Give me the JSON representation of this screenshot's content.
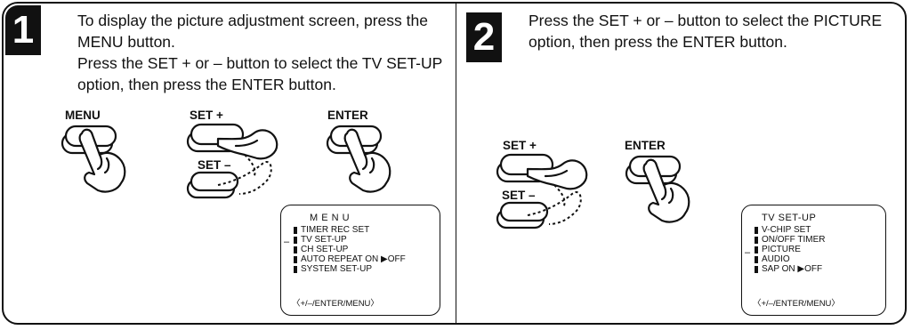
{
  "step1": {
    "number": "1",
    "text_line1": "To display the picture adjustment screen, press the MENU button.",
    "text_line2": "Press the SET + or – button to select the TV SET-UP option, then press the ENTER button.",
    "buttons": {
      "menu": "MENU",
      "set_plus": "SET +",
      "set_minus": "SET –",
      "enter": "ENTER"
    },
    "screen": {
      "title": "M E N U",
      "items": [
        "TIMER REC SET",
        "TV SET-UP",
        "CH SET-UP",
        "AUTO REPEAT   ON ▶OFF",
        "SYSTEM  SET-UP"
      ],
      "footer": "〈+/–/ENTER/MENU〉"
    }
  },
  "step2": {
    "number": "2",
    "text": "Press the SET + or – button to select the PICTURE option, then press the ENTER button.",
    "buttons": {
      "set_plus": "SET +",
      "set_minus": "SET –",
      "enter": "ENTER"
    },
    "screen": {
      "title": "TV  SET-UP",
      "items": [
        "V-CHIP SET",
        "ON/OFF  TIMER",
        "PICTURE",
        "AUDIO",
        "SAP         ON ▶OFF"
      ],
      "footer": "〈+/–/ENTER/MENU〉"
    }
  }
}
